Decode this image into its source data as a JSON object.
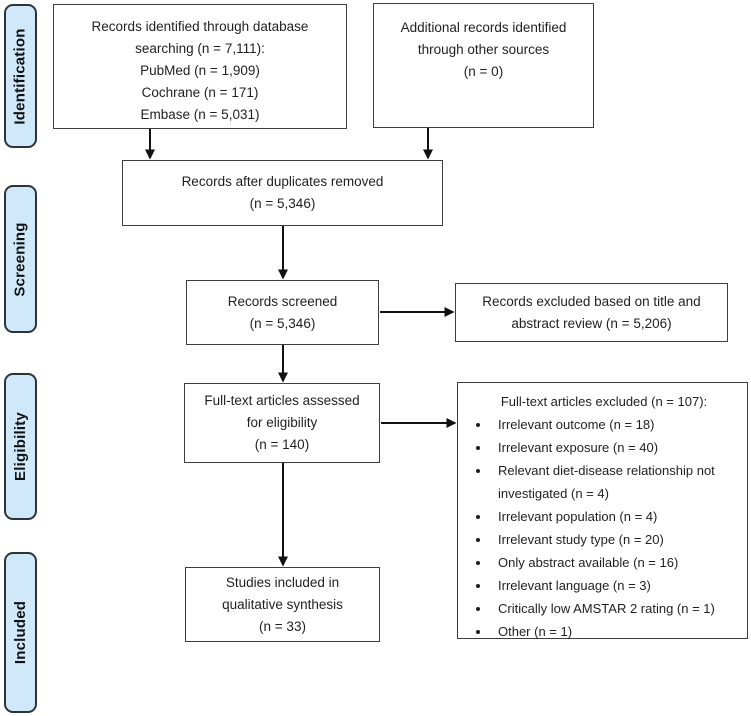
{
  "stages": [
    {
      "label": "Identification"
    },
    {
      "label": "Screening"
    },
    {
      "label": "Eligibility"
    },
    {
      "label": "Included"
    }
  ],
  "boxes": {
    "db_search": {
      "lines": [
        "Records identified through database",
        "searching (n = 7,111):",
        "PubMed (n = 1,909)",
        "Cochrane (n = 171)",
        "Embase (n = 5,031)"
      ]
    },
    "other_sources": {
      "lines": [
        "Additional records identified",
        "through other sources",
        "(n = 0)"
      ]
    },
    "duplicates_removed": {
      "lines": [
        "Records after duplicates removed",
        "(n = 5,346)"
      ]
    },
    "records_screened": {
      "lines": [
        "Records screened",
        "(n = 5,346)"
      ]
    },
    "records_excluded": {
      "lines": [
        "Records excluded based on title and",
        "abstract review (n = 5,206)"
      ]
    },
    "fulltext_assessed": {
      "lines": [
        "Full-text articles assessed",
        "for eligibility",
        "(n = 140)"
      ]
    },
    "fulltext_excluded": {
      "title": "Full-text articles excluded (n = 107):",
      "items": [
        "Irrelevant outcome (n = 18)",
        "Irrelevant exposure (n = 40)",
        "Relevant diet-disease relationship not investigated (n = 4)",
        "Irrelevant population (n = 4)",
        "Irrelevant study type (n = 20)",
        "Only abstract available (n = 16)",
        "Irrelevant language (n = 3)",
        "Critically low AMSTAR 2 rating (n = 1)",
        "Other (n = 1)"
      ]
    },
    "studies_included": {
      "lines": [
        "Studies included in",
        "qualitative synthesis",
        "(n = 33)"
      ]
    }
  },
  "colors": {
    "stage_fill": "#cfe9fa",
    "stage_border": "#2e3338",
    "box_border": "#3d3d3d",
    "box_fill": "#ffffff",
    "arrow": "#111111",
    "text": "#1f1f1f",
    "background": "#ffffff"
  }
}
